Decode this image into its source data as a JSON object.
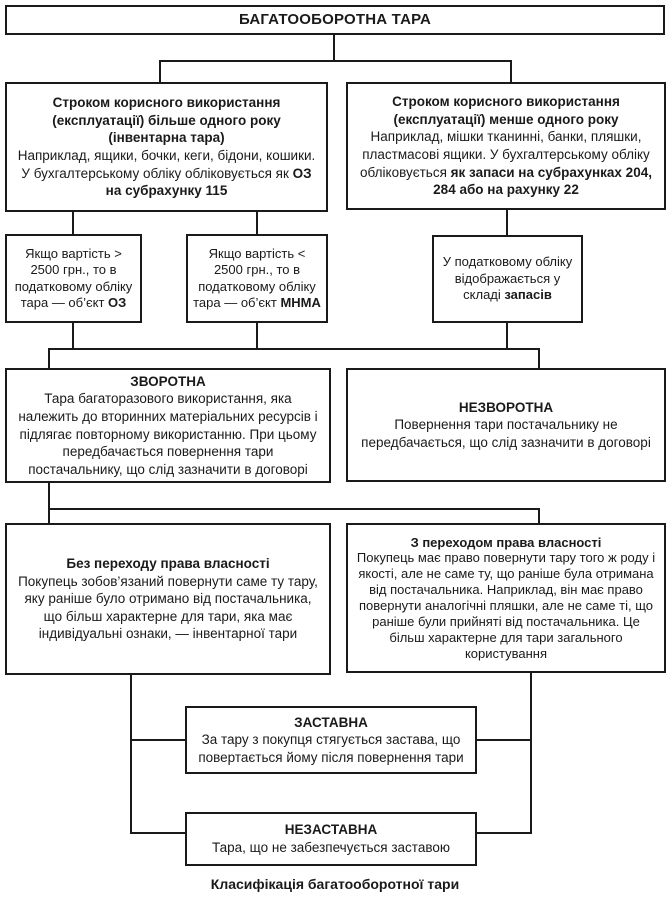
{
  "title": "БАГАТООБОРОТНА ТАРА",
  "caption": "Класифікація багатооборотної тари",
  "colors": {
    "line": "#1a1a1a",
    "background": "#ffffff",
    "text": "#1a1a1a"
  },
  "nodes": {
    "term_long": {
      "title": "Строком корисного використання (експлуатації) більше одного року (інвентарна тара)",
      "body_normal": "Наприклад, ящики, бочки, кеги, бідони, кошики. У бухгалтерському обліку обліковується як ",
      "body_bold": "ОЗ на субрахунку 115"
    },
    "term_short": {
      "title": "Строком корисного використання (експлуатації) менше одного року",
      "body_normal": "Наприклад, мішки тканинні, банки, пляшки, пластмасові ящики. У бухгалтерському обліку обліковується ",
      "body_bold": "як запаси на субрахунках 204, 284 або на рахунку 22"
    },
    "cost_over": {
      "body_normal": "Якщо вартість > 2500 грн., то в податковому обліку тара — об’єкт ",
      "body_bold": "ОЗ"
    },
    "cost_under": {
      "body_normal": "Якщо вартість < 2500 грн., то в податковому обліку тара — об’єкт ",
      "body_bold": "МНМА"
    },
    "tax_stock": {
      "body_normal": "У податковому обліку відображається у складі ",
      "body_bold": "запасів"
    },
    "returnable": {
      "title": "ЗВОРОТНА",
      "body": "Тара багаторазового використання, яка належить до вторинних матеріальних ресурсів і підлягає повторному використанню. При цьому передбачається повернення тари постачальнику, що слід зазначити в договорі"
    },
    "non_returnable": {
      "title": "НЕЗВОРОТНА",
      "body": "Повернення тари постачальнику не передбачається, що слід зазначити в договорі"
    },
    "no_ownership": {
      "title": "Без переходу права власності",
      "body": "Покупець зобов’язаний повернути саме ту тару, яку раніше було отримано від постачальника, що більш характерне для тари, яка має індивідуальні ознаки, — інвентарної тари"
    },
    "with_ownership": {
      "title": "З переходом права власності",
      "body": "Покупець має право повернути тару того ж роду і якості, але не саме ту, що раніше була отримана від постачальника. Наприклад, він має право повернути аналогічні пляшки, але не саме ті, що раніше були прийняті від постачальника. Це більш характерне для тари загального користування"
    },
    "deposit": {
      "title": "ЗАСТАВНА",
      "body": "За тару з покупця стягується застава, що повертається йому після повернення тари"
    },
    "non_deposit": {
      "title": "НЕЗАСТАВНА",
      "body": "Тара, що не забезпечується заставою"
    }
  }
}
